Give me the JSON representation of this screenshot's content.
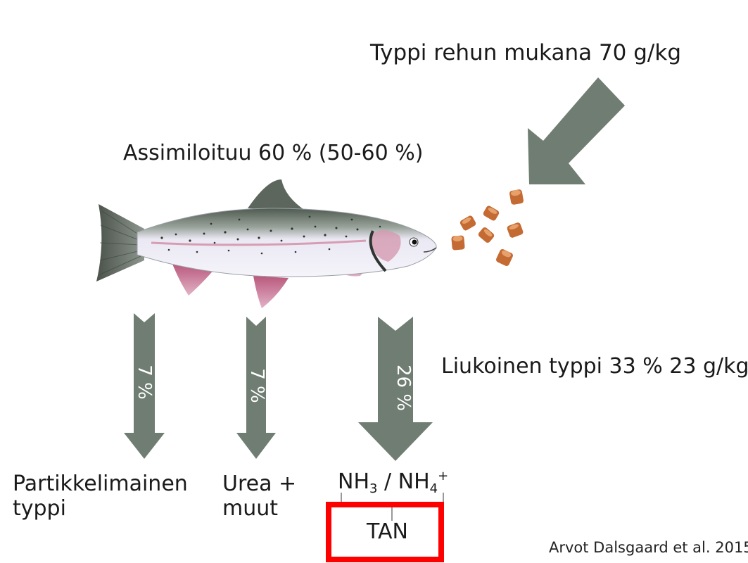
{
  "labels": {
    "feed_nitrogen": "Typpi rehun mukana 70 g/kg",
    "assimilated": "Assimiloituu 60 % (50-60 %)",
    "dissolved": "Liukoinen typpi 33 %  23 g/kg",
    "particulate_line1": "Partikkelimainen",
    "particulate_line2": "typpi",
    "urea_line1": "Urea +",
    "urea_line2": "muut",
    "nh3": "NH",
    "nh3_sub": "3",
    "slash": " / ",
    "nh4": "NH",
    "nh4_sub": "4",
    "nh4_sup": "+",
    "tan": "TAN",
    "source": "Arvot Dalsgaard et al. 2015"
  },
  "arrows": {
    "particulate_pct": "7 %",
    "urea_pct": "7 %",
    "ammonia_pct": "26 %"
  },
  "colors": {
    "arrow": "#6f7d72",
    "highlight_box": "#ff0000",
    "pellet": "#c46b34",
    "fish_belly": "#e8e6f2",
    "fish_back": "#6a7268",
    "fish_fin": "#c06a8a"
  },
  "icons": [
    "fish-illustration",
    "feed-pellets-icon"
  ]
}
